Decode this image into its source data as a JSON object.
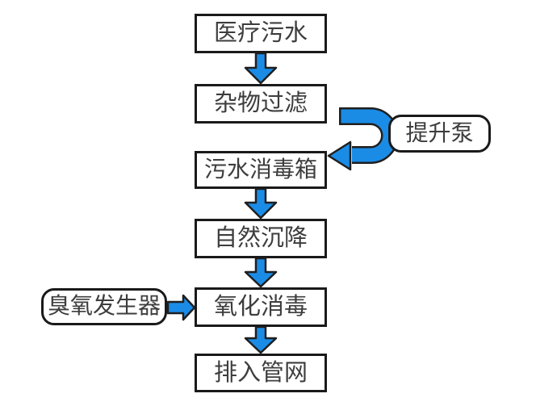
{
  "diagram": {
    "type": "flowchart",
    "nodes": {
      "medical_wastewater": {
        "label": "医疗污水",
        "shape": "rectangle"
      },
      "debris_filtering": {
        "label": "杂物过滤",
        "shape": "rectangle"
      },
      "lift_pump": {
        "label": "提升泵",
        "shape": "rounded-rectangle"
      },
      "sewage_disinfection_tank": {
        "label": "污水消毒箱",
        "shape": "rectangle"
      },
      "natural_sedimentation": {
        "label": "自然沉降",
        "shape": "rectangle"
      },
      "ozone_generator": {
        "label": "臭氧发生器",
        "shape": "rounded-rectangle"
      },
      "oxidation_disinfection": {
        "label": "氧化消毒",
        "shape": "rectangle"
      },
      "discharge_pipe_network": {
        "label": "排入管网",
        "shape": "rectangle"
      }
    },
    "edges": [
      {
        "from": "medical_wastewater",
        "to": "debris_filtering",
        "style": "block-arrow-down"
      },
      {
        "from": "debris_filtering",
        "to": "sewage_disinfection_tank",
        "style": "u-turn-block-arrow",
        "via_label": "提升泵"
      },
      {
        "from": "sewage_disinfection_tank",
        "to": "natural_sedimentation",
        "style": "block-arrow-down"
      },
      {
        "from": "natural_sedimentation",
        "to": "oxidation_disinfection",
        "style": "block-arrow-down"
      },
      {
        "from": "ozone_generator",
        "to": "oxidation_disinfection",
        "style": "block-arrow-right"
      },
      {
        "from": "oxidation_disinfection",
        "to": "discharge_pipe_network",
        "style": "block-arrow-down"
      }
    ],
    "colors": {
      "arrow_fill": "#1b8ce6",
      "arrow_outline": "#1f1f1f",
      "box_border": "#1a1a1a",
      "text": "#3d3d3d",
      "background": "#ffffff"
    }
  }
}
